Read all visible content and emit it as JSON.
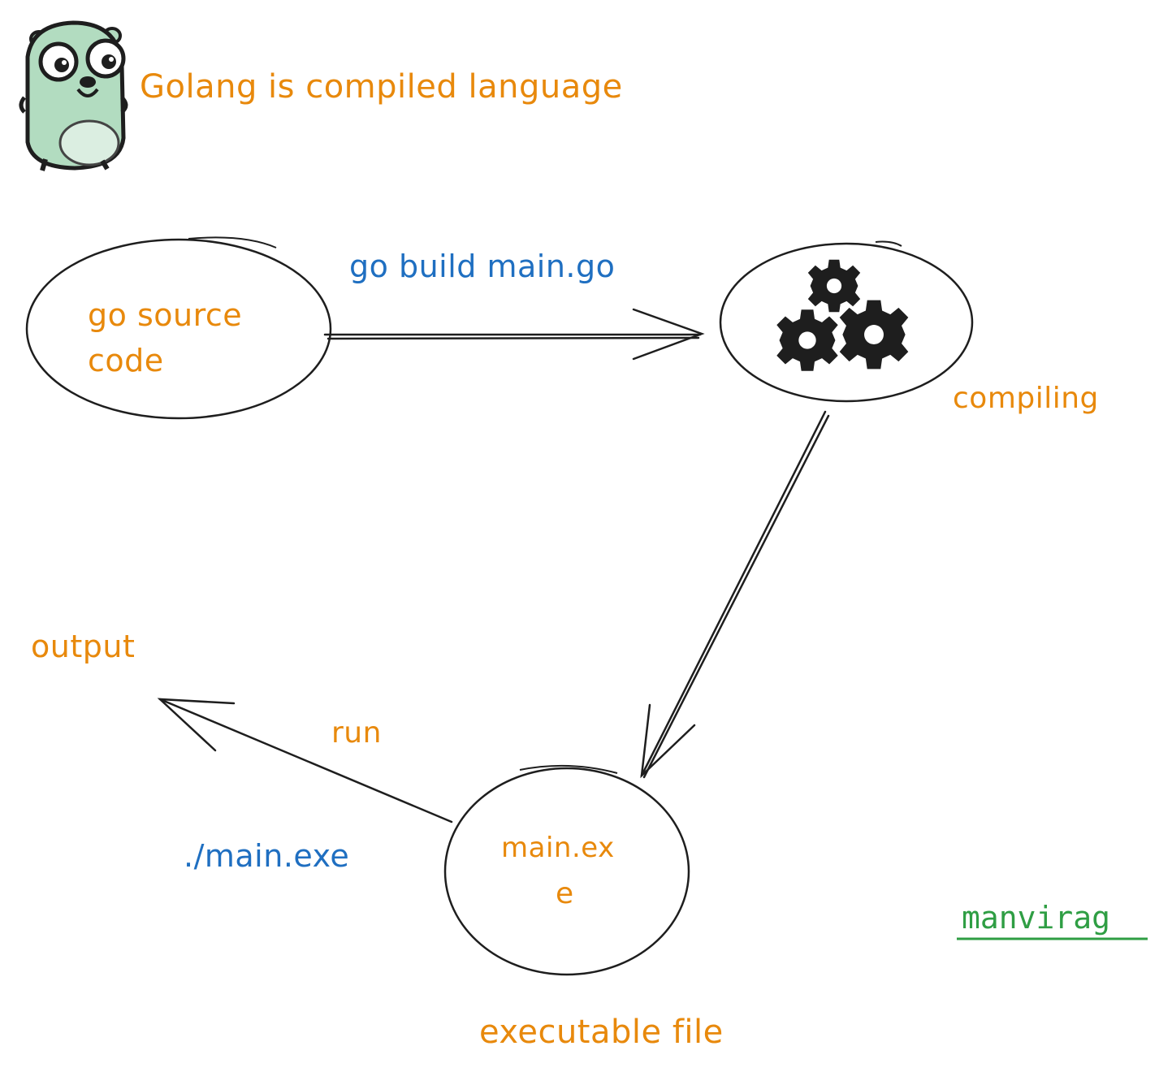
{
  "title": "Golang is compiled language",
  "nodes": {
    "source": {
      "line1": "go source",
      "line2": "code"
    },
    "executable": {
      "line1": "main.ex",
      "line2": "e"
    }
  },
  "edges": {
    "build": {
      "command": "go build main.go"
    },
    "run": {
      "label": "run",
      "command": "./main.exe"
    }
  },
  "labels": {
    "compiling": "compiling",
    "output": "output",
    "executable_file": "executable file"
  },
  "author": "manvirag",
  "colors": {
    "label": "#e8890c",
    "command": "#1f6fc1",
    "author": "#2f9e44",
    "stroke": "#1e1e1e",
    "gopher_body": "#b2dcc0"
  },
  "icons": {
    "mascot": "gopher-icon",
    "compiler": "gears-icon"
  }
}
